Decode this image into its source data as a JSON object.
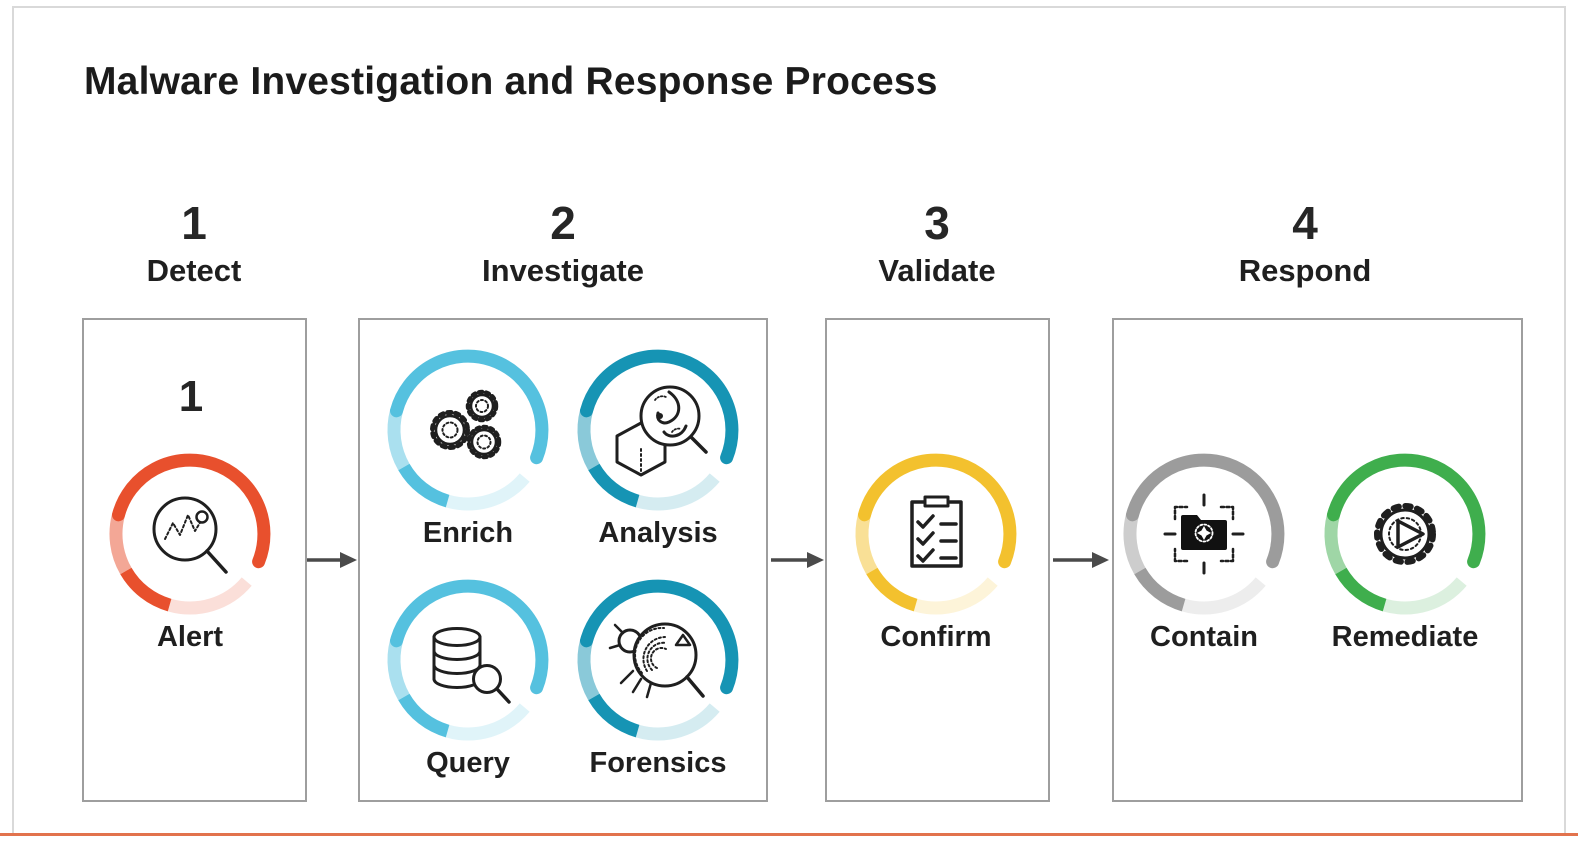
{
  "title": "Malware Investigation and Response Process",
  "stages": [
    {
      "number": "1",
      "label": "Detect",
      "inner_number": "1",
      "items": [
        {
          "label": "Alert",
          "icon": "alert-search-icon",
          "ring_color": "#e8502d"
        }
      ]
    },
    {
      "number": "2",
      "label": "Investigate",
      "items": [
        {
          "label": "Enrich",
          "icon": "gears-icon",
          "ring_color": "#55c1df"
        },
        {
          "label": "Analysis",
          "icon": "malware-analysis-magnifier-icon",
          "ring_color": "#1694b4"
        },
        {
          "label": "Query",
          "icon": "database-search-icon",
          "ring_color": "#55c1df"
        },
        {
          "label": "Forensics",
          "icon": "bug-magnifier-icon",
          "ring_color": "#1694b4"
        }
      ]
    },
    {
      "number": "3",
      "label": "Validate",
      "items": [
        {
          "label": "Confirm",
          "icon": "checklist-clipboard-icon",
          "ring_color": "#f3c12e"
        }
      ]
    },
    {
      "number": "4",
      "label": "Respond",
      "items": [
        {
          "label": "Contain",
          "icon": "quarantine-target-icon",
          "ring_color": "#9c9c9c"
        },
        {
          "label": "Remediate",
          "icon": "gear-play-icon",
          "ring_color": "#3fae4d"
        }
      ]
    }
  ],
  "arrow_color": "#4a4a4a",
  "accent_line_color": "#e2734d",
  "box_border_color": "#9e9e9e"
}
